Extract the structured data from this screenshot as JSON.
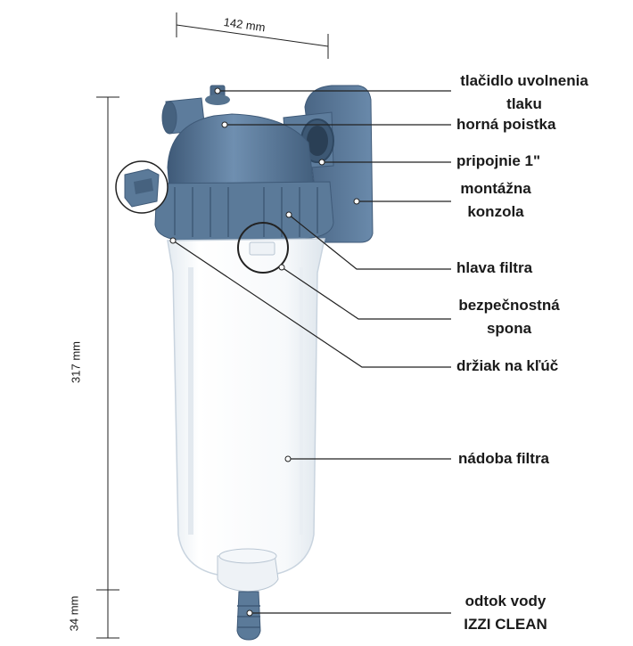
{
  "dimensions": {
    "width": "142 mm",
    "height": "317 mm",
    "bottom": "34 mm"
  },
  "labels": {
    "pressure_release": "tlačidlo uvolnenia",
    "pressure_release_2": "tlaku",
    "top_lock": "horná poistka",
    "connection": "pripojnie 1\"",
    "mounting": "montážna",
    "mounting_2": "konzola",
    "filter_head": "hlava filtra",
    "safety_clip": "bezpečnostná",
    "safety_clip_2": "spona",
    "key_holder": "držiak na kľúč",
    "housing": "nádoba filtra",
    "drain": "odtok vody",
    "brand": "IZZI CLEAN"
  },
  "colors": {
    "head": "#5b7a99",
    "head_dark": "#3f5a78",
    "head_light": "#8aa6c2",
    "bowl_edge": "#c9d4df",
    "line": "#222222"
  }
}
